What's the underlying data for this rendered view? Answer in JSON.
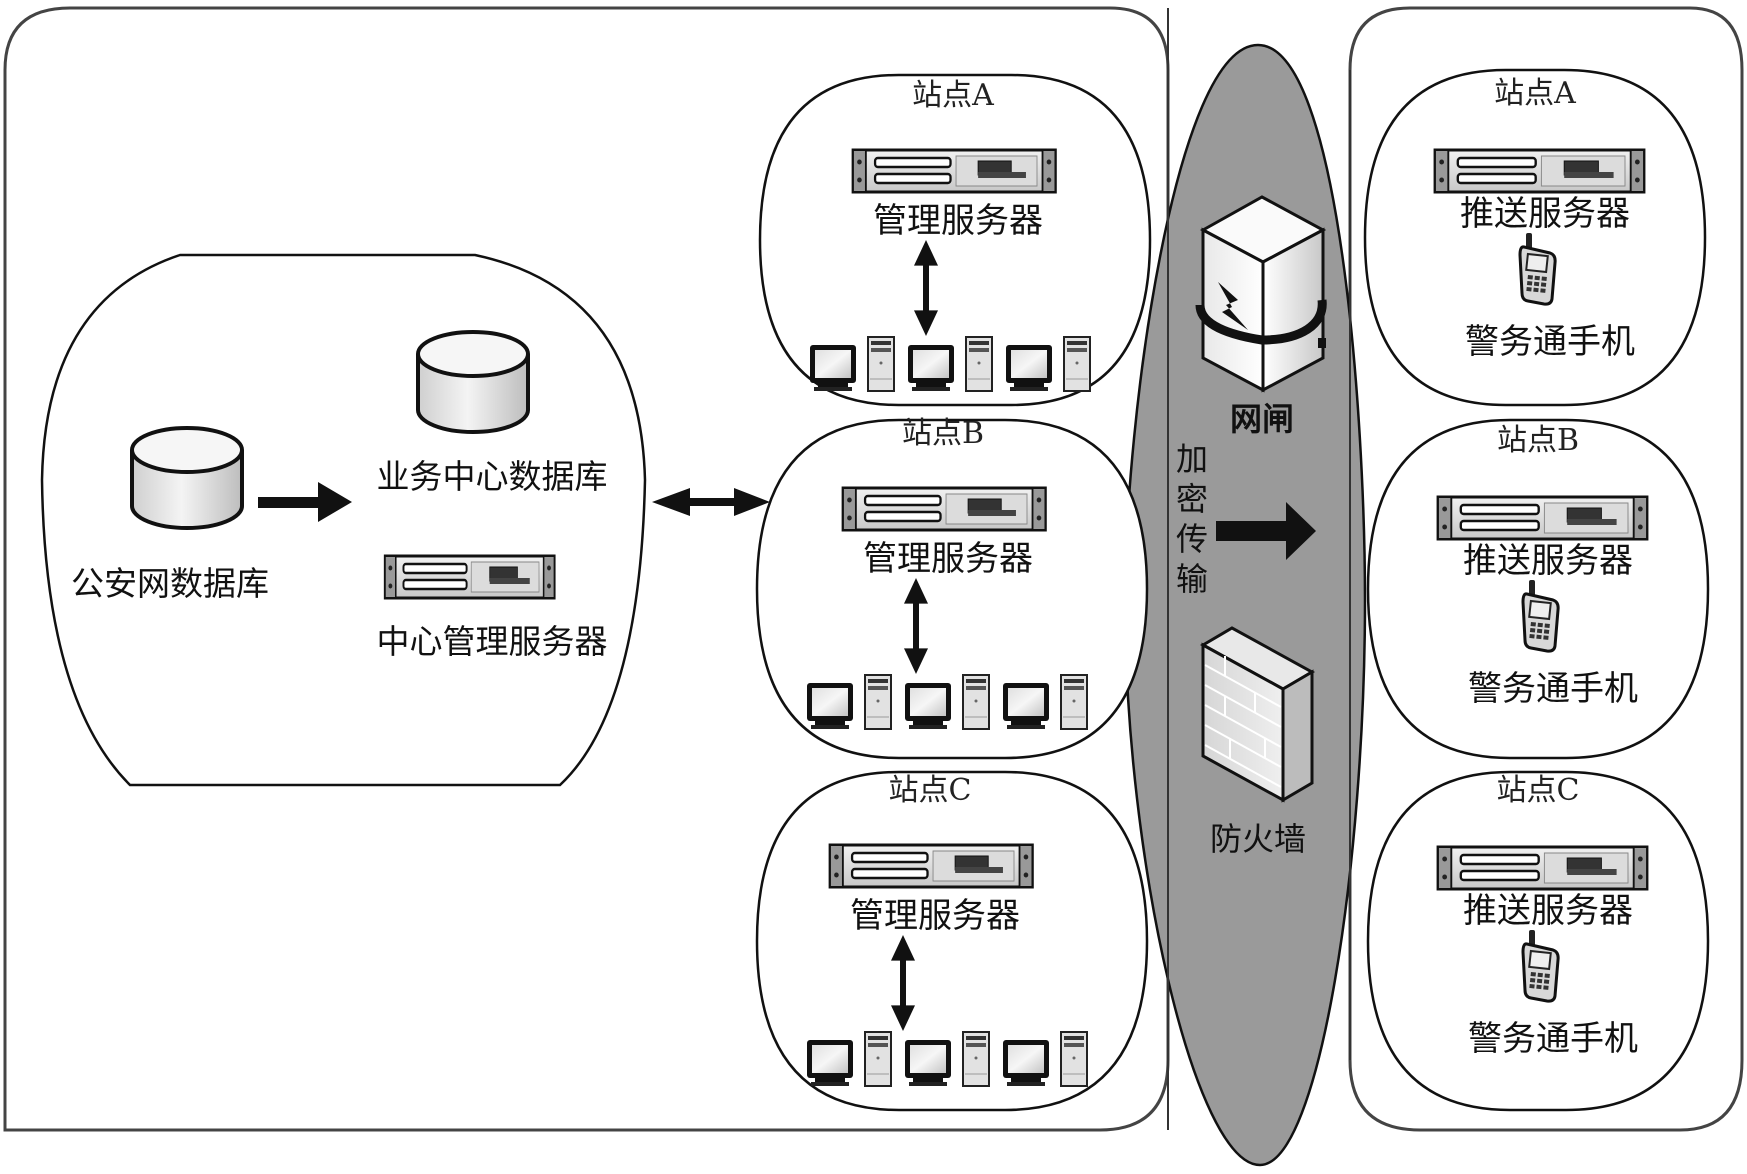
{
  "diagram": {
    "type": "network-architecture",
    "left_zone": {
      "core": {
        "source_db_label": "公安网数据库",
        "business_db_label": "业务中心数据库",
        "center_server_label": "中心管理服务器"
      },
      "sites": [
        {
          "name": "站点A",
          "server_label": "管理服务器"
        },
        {
          "name": "站点B",
          "server_label": "管理服务器"
        },
        {
          "name": "站点C",
          "server_label": "管理服务器"
        }
      ]
    },
    "boundary": {
      "gateway_label": "网闸",
      "transfer_label": "加密传输",
      "transfer_chars": [
        "加",
        "密",
        "传",
        "输"
      ],
      "firewall_label": "防火墙"
    },
    "right_zone": {
      "sites": [
        {
          "name": "站点A",
          "server_label": "推送服务器",
          "device_label": "警务通手机"
        },
        {
          "name": "站点B",
          "server_label": "推送服务器",
          "device_label": "警务通手机"
        },
        {
          "name": "站点C",
          "server_label": "推送服务器",
          "device_label": "警务通手机"
        }
      ]
    },
    "colors": {
      "boundary_fill": "#9a9a9a",
      "stroke": "#111111",
      "background": "#ffffff"
    }
  }
}
